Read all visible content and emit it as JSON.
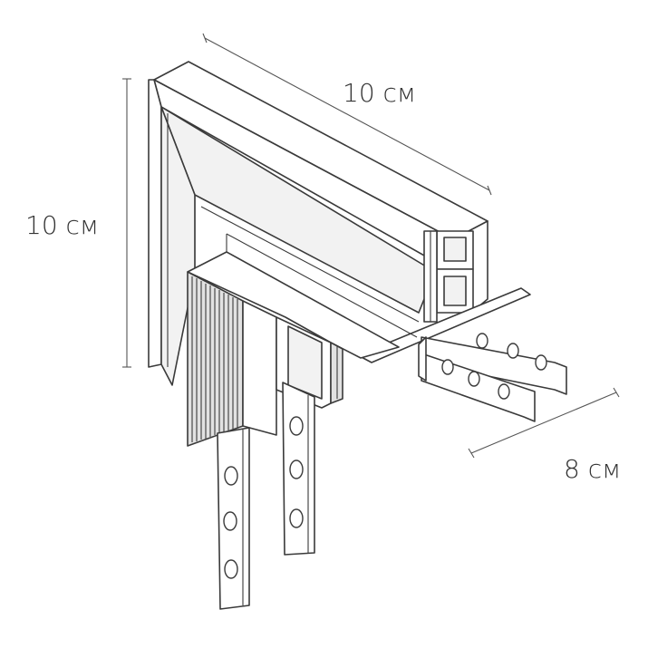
{
  "dimensions": {
    "top_length": "10 см",
    "height": "10 см",
    "depth": "8 см"
  },
  "colors": {
    "stroke": "#3a3a3a",
    "fill_light": "#ffffff",
    "fill_shade": "#e2e2e2"
  }
}
